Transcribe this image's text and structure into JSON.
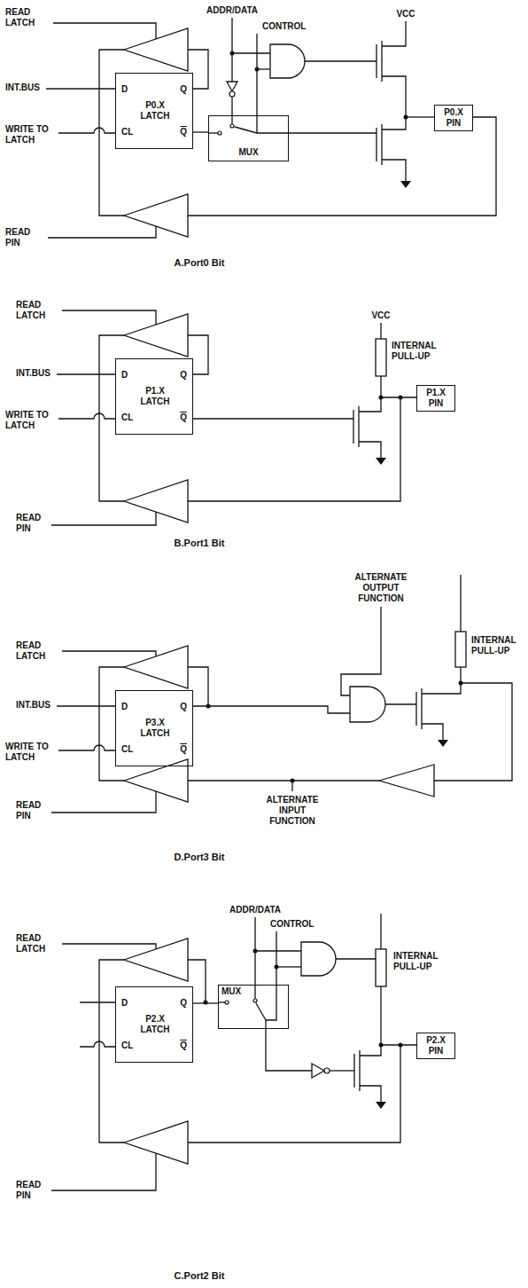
{
  "diagram": {
    "nodes": [
      {
        "text": [
          "D",
          "Q",
          "P0.X LATCH",
          "CL",
          "Q"
        ]
      },
      {
        "text": [
          "MUX"
        ]
      },
      {
        "text": [
          "P0.X PIN"
        ]
      },
      {
        "text": [
          "D",
          "Q",
          "P1.X LATCH",
          "CL",
          "Q"
        ]
      },
      {
        "text": [
          "P1.X PIN"
        ]
      },
      {
        "text": [
          "D",
          "Q",
          "P3.X LATCH",
          "CL",
          "Q"
        ]
      },
      {
        "text": [
          "D",
          "Q",
          "P2.X LATCH",
          "CL",
          "Q"
        ]
      },
      {
        "text": [
          "MUX"
        ]
      },
      {
        "text": [
          "P2.X PIN"
        ]
      }
    ],
    "edges": [
      {
        "from": 0,
        "to": 1,
        "arrow": "none"
      },
      {
        "from": 6,
        "to": 7,
        "arrow": "none"
      }
    ],
    "labels": [
      "READ LATCH",
      "INT.BUS",
      "WRITE TO LATCH",
      "READ PIN",
      "ADDR/DATA",
      "CONTROL",
      "VCC",
      "A.Port0 Bit",
      "READ LATCH",
      "INT.BUS",
      "WRITE TO LATCH",
      "READ PIN",
      "VCC",
      "INTERNAL PULL-UP",
      "B.Port1 Bit",
      "ALTERNATE OUTPUT FUNCTION",
      "READ LATCH",
      "INT.BUS",
      "WRITE TO LATCH",
      "READ PIN",
      "INTERNAL PULL-UP",
      "ALTERNATE INPUT FUNCTION",
      "D.Port3 Bit",
      "ADDR/DATA",
      "CONTROL",
      "READ LATCH",
      "INTERNAL PULL-UP",
      "READ PIN",
      "C.Port2 Bit"
    ]
  }
}
